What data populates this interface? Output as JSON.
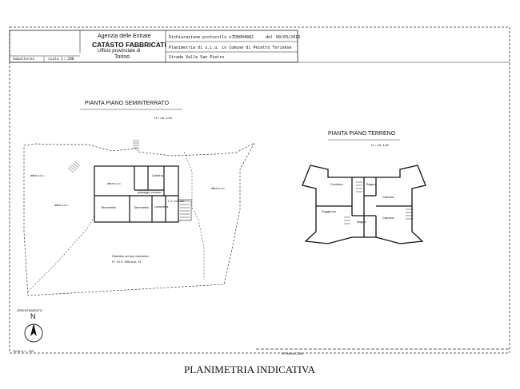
{
  "header": {
    "agency": "Agenzia delle Entrate",
    "system": "CATASTO FABBRICATI",
    "office": "Ufficio provinciale di",
    "city": "Torino",
    "declaration_label": "Dichiarazione protocollo n.",
    "declaration_number": "TO0004882",
    "declaration_del": "del",
    "declaration_date": "09/03/2013",
    "plan_description": "Planimetria di u.i.u. in Comune di Pecetto Torinese",
    "address": "Strada Valle San Pietro",
    "sheet_label": "Subalterno",
    "scale_label": "scala 1: 200"
  },
  "basement": {
    "title": "PIANTA PIANO SEMINTERRATO",
    "height": "H = mt. 2,00",
    "rooms": {
      "altra_left": "altra u.i.u.",
      "altra_top": "altra u.i.u.",
      "altra_right": "altra u.i.u.",
      "cantina": "Cantina",
      "altra_small": "altra u.i.u.",
      "passaggio": "passaggio comune",
      "tavernetta1": "Tavernetta",
      "tavernetta2": "Tavernetta",
      "lavanderia": "Lavanderia",
      "ct": "C.T. comune"
    },
    "garden_note_1": "Giardino ad uso esclusivo",
    "garden_note_2": "Fl. 10 n. 358 sub. 14"
  },
  "ground": {
    "title": "PIANTA PIANO TERRENO",
    "height": "H = mt. 3,00",
    "rooms": {
      "cucinino": "Cucinino",
      "bagno1": "Bagno",
      "camera1": "Camera",
      "soggiorno": "Soggiorno",
      "bagno2": "Bagno",
      "camera2": "Camera"
    }
  },
  "orientation_label": "ORIENTAMENTO",
  "north": "N",
  "scale_footer": "SCALA 1 : 200",
  "road_label": "STRADA COM.",
  "caption": "PLANIMETRIA INDICATIVA"
}
